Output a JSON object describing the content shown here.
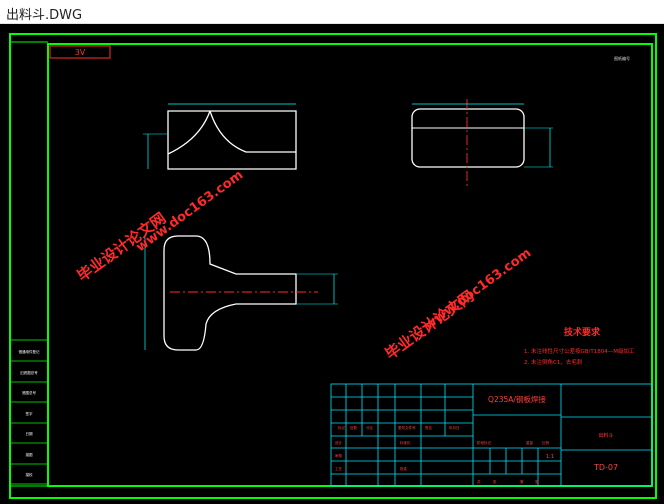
{
  "window": {
    "title": "出料斗.DWG"
  },
  "drawing": {
    "code_box": "3V",
    "corner_note": "图纸编号",
    "watermark": {
      "left": "毕业设计论文网",
      "right": "www.doc163.com"
    },
    "tech_requirements": {
      "title": "技术要求",
      "line1": "1. 未注线性尺寸公差按GB/T1804—M级加工",
      "line2": "2. 未注倒角C1，去毛刺"
    },
    "title_block": {
      "material": "Q235A/钢板焊接",
      "part_name": "出料斗",
      "drawing_no": "TD-07",
      "scale": "1:1",
      "labels": [
        "标记",
        "处数",
        "分区",
        "更改文件号",
        "签名",
        "年月日",
        "设计",
        "标准化",
        "审核",
        "工艺",
        "批准",
        "阶段标记",
        "重量",
        "比例",
        "共",
        "张",
        "第",
        "张"
      ]
    },
    "left_column": [
      "借通用件登记",
      "旧底图总号",
      "底图总号",
      "签字",
      "日期",
      "描图",
      "描校"
    ]
  },
  "colors": {
    "frame": "#00ff00",
    "outline": "#ffffff",
    "dim": "#00ffff",
    "center": "#ff2a2a",
    "watermark": "#ff2a2a",
    "title_block": "#00e5ff"
  }
}
